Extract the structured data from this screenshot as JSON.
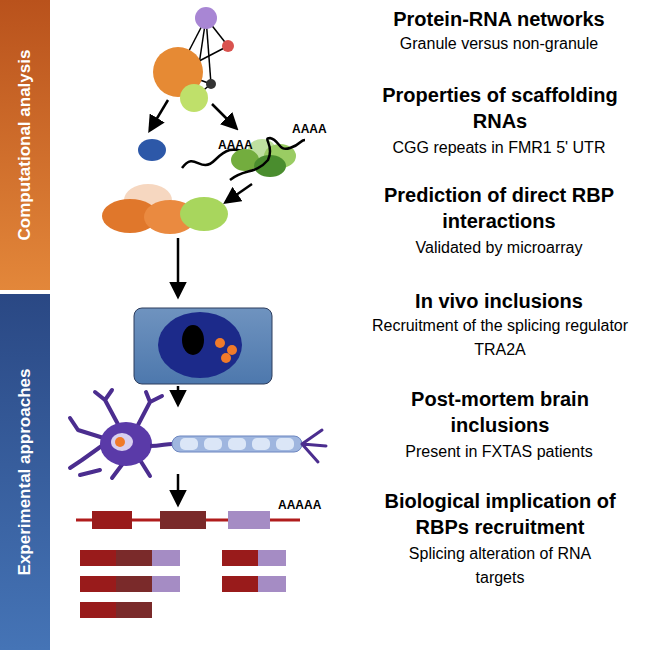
{
  "diagram": {
    "nodes": [
      {
        "text": [
          "Computational analysis"
        ]
      },
      {
        "text": [
          "Experimental approaches"
        ]
      }
    ],
    "labels": [
      "Protein-RNA networks",
      "Granule versus non-granule",
      "Properties of scaffolding RNAs",
      "CGG repeats in FMR1 5' UTR",
      "Prediction of direct RBP interactions",
      "Validated by microarray",
      "In vivo inclusions",
      "Recruitment of the splicing regulator TRA2A",
      "Post-mortem brain inclusions",
      "Present in FXTAS patients",
      "Biological implication of RBPs recruitment",
      "Splicing alteration of RNA targets",
      "AAAA",
      "AAAA",
      "AAAAA"
    ]
  }
}
